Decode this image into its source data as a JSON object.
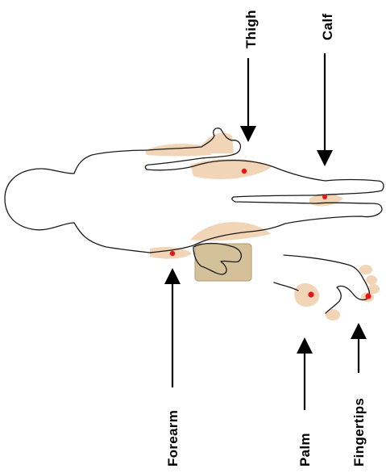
{
  "labels": {
    "thigh": "Thigh",
    "calf": "Calf",
    "forearm": "Forearm",
    "palm": "Palm",
    "fingertips": "Fingertips"
  },
  "colors": {
    "skin_region": "#f2d4b6",
    "hand_pad": "#d4c19a",
    "hand_pad_border": "#b49a6a",
    "measurement_dot": "#e8141c",
    "outline": "#1a1a1a",
    "arrow": "#000000"
  },
  "icons": {
    "arrow": "arrow-icon",
    "dot": "measurement-point-icon"
  }
}
